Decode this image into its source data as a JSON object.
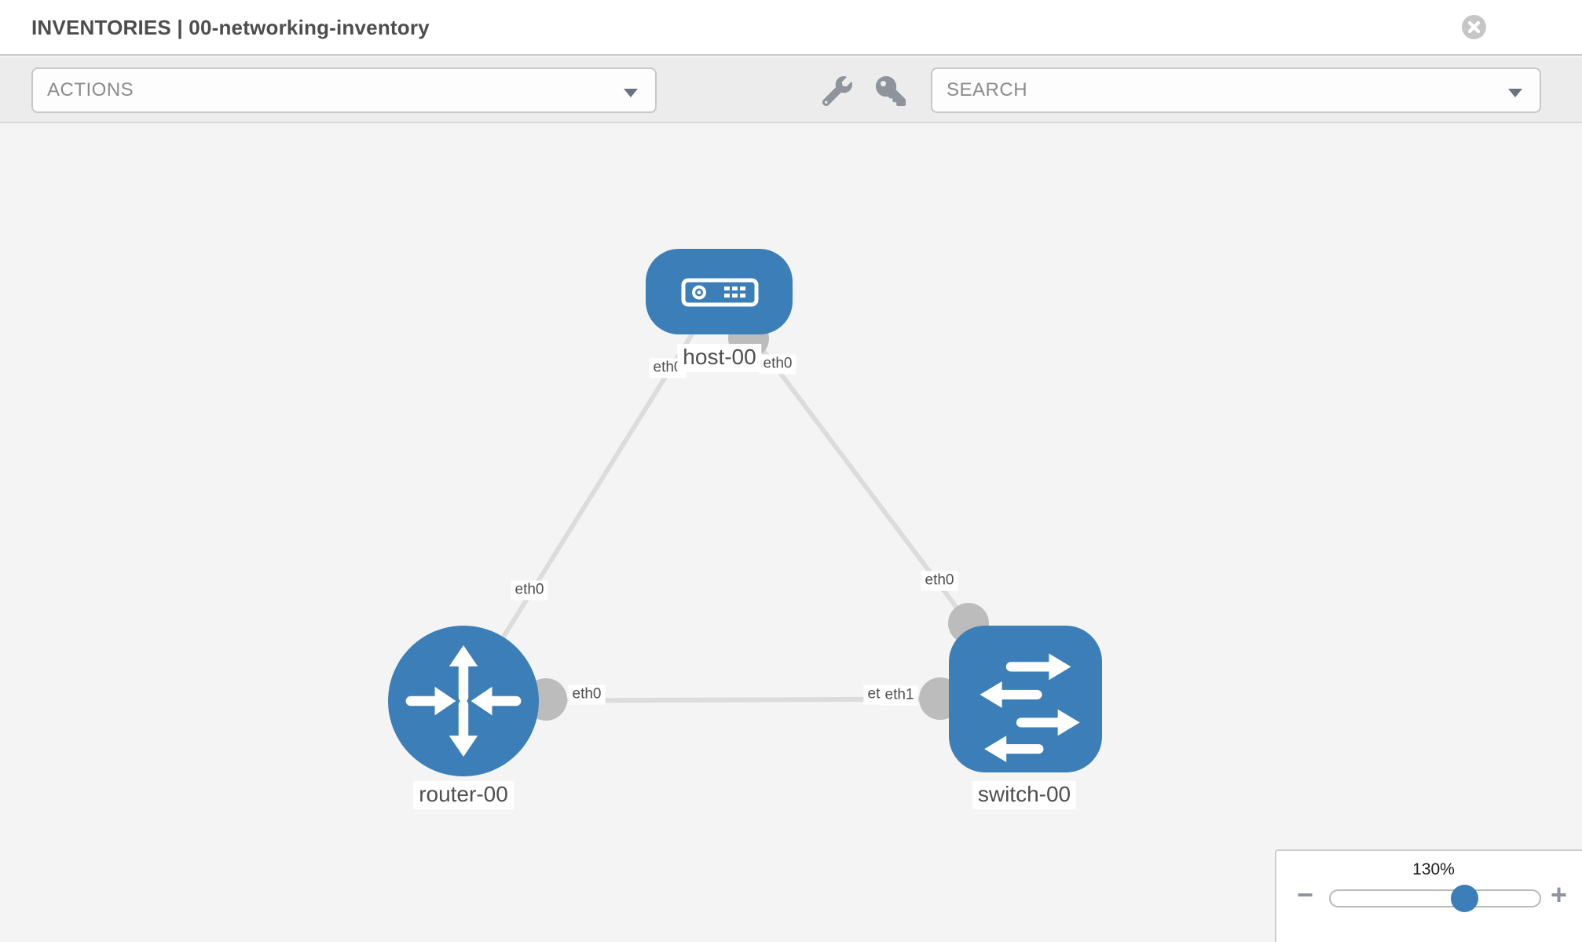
{
  "header": {
    "title": "INVENTORIES | 00-networking-inventory"
  },
  "toolbar": {
    "actions_label": "ACTIONS",
    "search_label": "SEARCH",
    "icons": [
      "wrench-icon",
      "key-icon"
    ]
  },
  "topology": {
    "nodes": [
      {
        "id": "host-00",
        "type": "host",
        "label": "host-00"
      },
      {
        "id": "router-00",
        "type": "router",
        "label": "router-00"
      },
      {
        "id": "switch-00",
        "type": "switch",
        "label": "switch-00"
      }
    ],
    "links": [
      {
        "from": "router-00",
        "to": "host-00",
        "from_interface": "eth0",
        "to_interface": "eth0"
      },
      {
        "from": "host-00",
        "to": "switch-00",
        "from_interface": "eth0",
        "to_interface": "eth0"
      },
      {
        "from": "router-00",
        "to": "switch-00",
        "from_interface": "eth0",
        "to_interface": "eth1"
      }
    ],
    "interface_labels": [
      {
        "text": "eth0"
      },
      {
        "text": "eth0"
      },
      {
        "text": "eth0"
      },
      {
        "text": "eth0"
      },
      {
        "text": "eth0"
      },
      {
        "text": "eth1"
      },
      {
        "text": "eth1"
      }
    ]
  },
  "zoom_control": {
    "level": "130%",
    "minus_label": "−",
    "plus_label": "+"
  },
  "colors": {
    "node_blue": "#3c7eb8",
    "canvas_bg": "#f4f4f4",
    "link_gray": "#dcdcdc",
    "stub_gray": "#bcbcbc",
    "toolbar_bg": "#ececec"
  }
}
